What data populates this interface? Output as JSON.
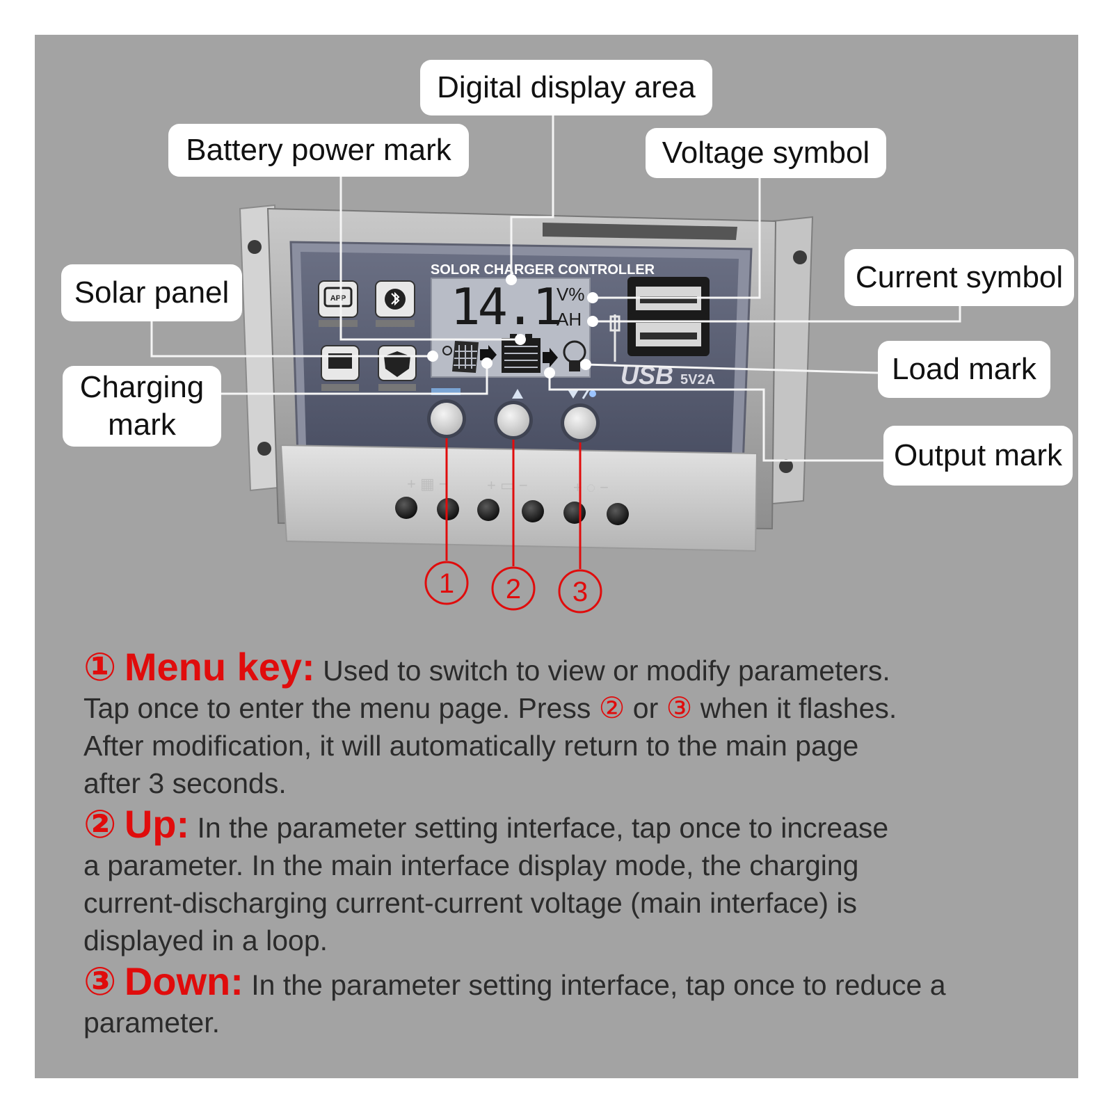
{
  "callouts": {
    "digital_display": "Digital display area",
    "battery_power": "Battery power mark",
    "voltage_symbol": "Voltage symbol",
    "solar_panel": "Solar panel",
    "current_symbol": "Current symbol",
    "charging_mark_l1": "Charging",
    "charging_mark_l2": "mark",
    "load_mark": "Load mark",
    "output_mark": "Output mark"
  },
  "device": {
    "title": "SOLOR CHARGER CONTROLLER",
    "lcd_value": "14.1",
    "unit_voltage": "V%",
    "unit_ah": "AH",
    "usb_label": "USB",
    "usb_spec": "5V2A",
    "icons": [
      "app-icon",
      "bluetooth-icon",
      "pwm-icon",
      "shield-icon",
      "solar-panel-icon",
      "battery-icon",
      "bulb-icon",
      "usb-icon"
    ]
  },
  "button_numbers": [
    "1",
    "2",
    "3"
  ],
  "descriptions": {
    "menu": {
      "num": "①",
      "title": "Menu key:",
      "text1": " Used to switch to view or modify parameters.",
      "text2": "Tap once to enter the menu page. Press ",
      "ref2": "②",
      "or": " or ",
      "ref3": "③",
      "text3": " when it flashes.",
      "text4": "After modification, it will automatically return to the main page",
      "text5": "after 3 seconds."
    },
    "up": {
      "num": "②",
      "title": "Up:",
      "text1": " In the parameter setting interface, tap once to increase",
      "text2": "a parameter. In the main interface display mode, the charging",
      "text3": "current-discharging current-current voltage (main interface) is",
      "text4": "displayed in a loop."
    },
    "down": {
      "num": "③",
      "title": "Down:",
      "text1": " In the parameter setting interface, tap once to reduce a",
      "text2": "parameter."
    }
  },
  "colors": {
    "background": "#a3a3a3",
    "accent": "#e00c0c",
    "callout": "#ffffff"
  }
}
